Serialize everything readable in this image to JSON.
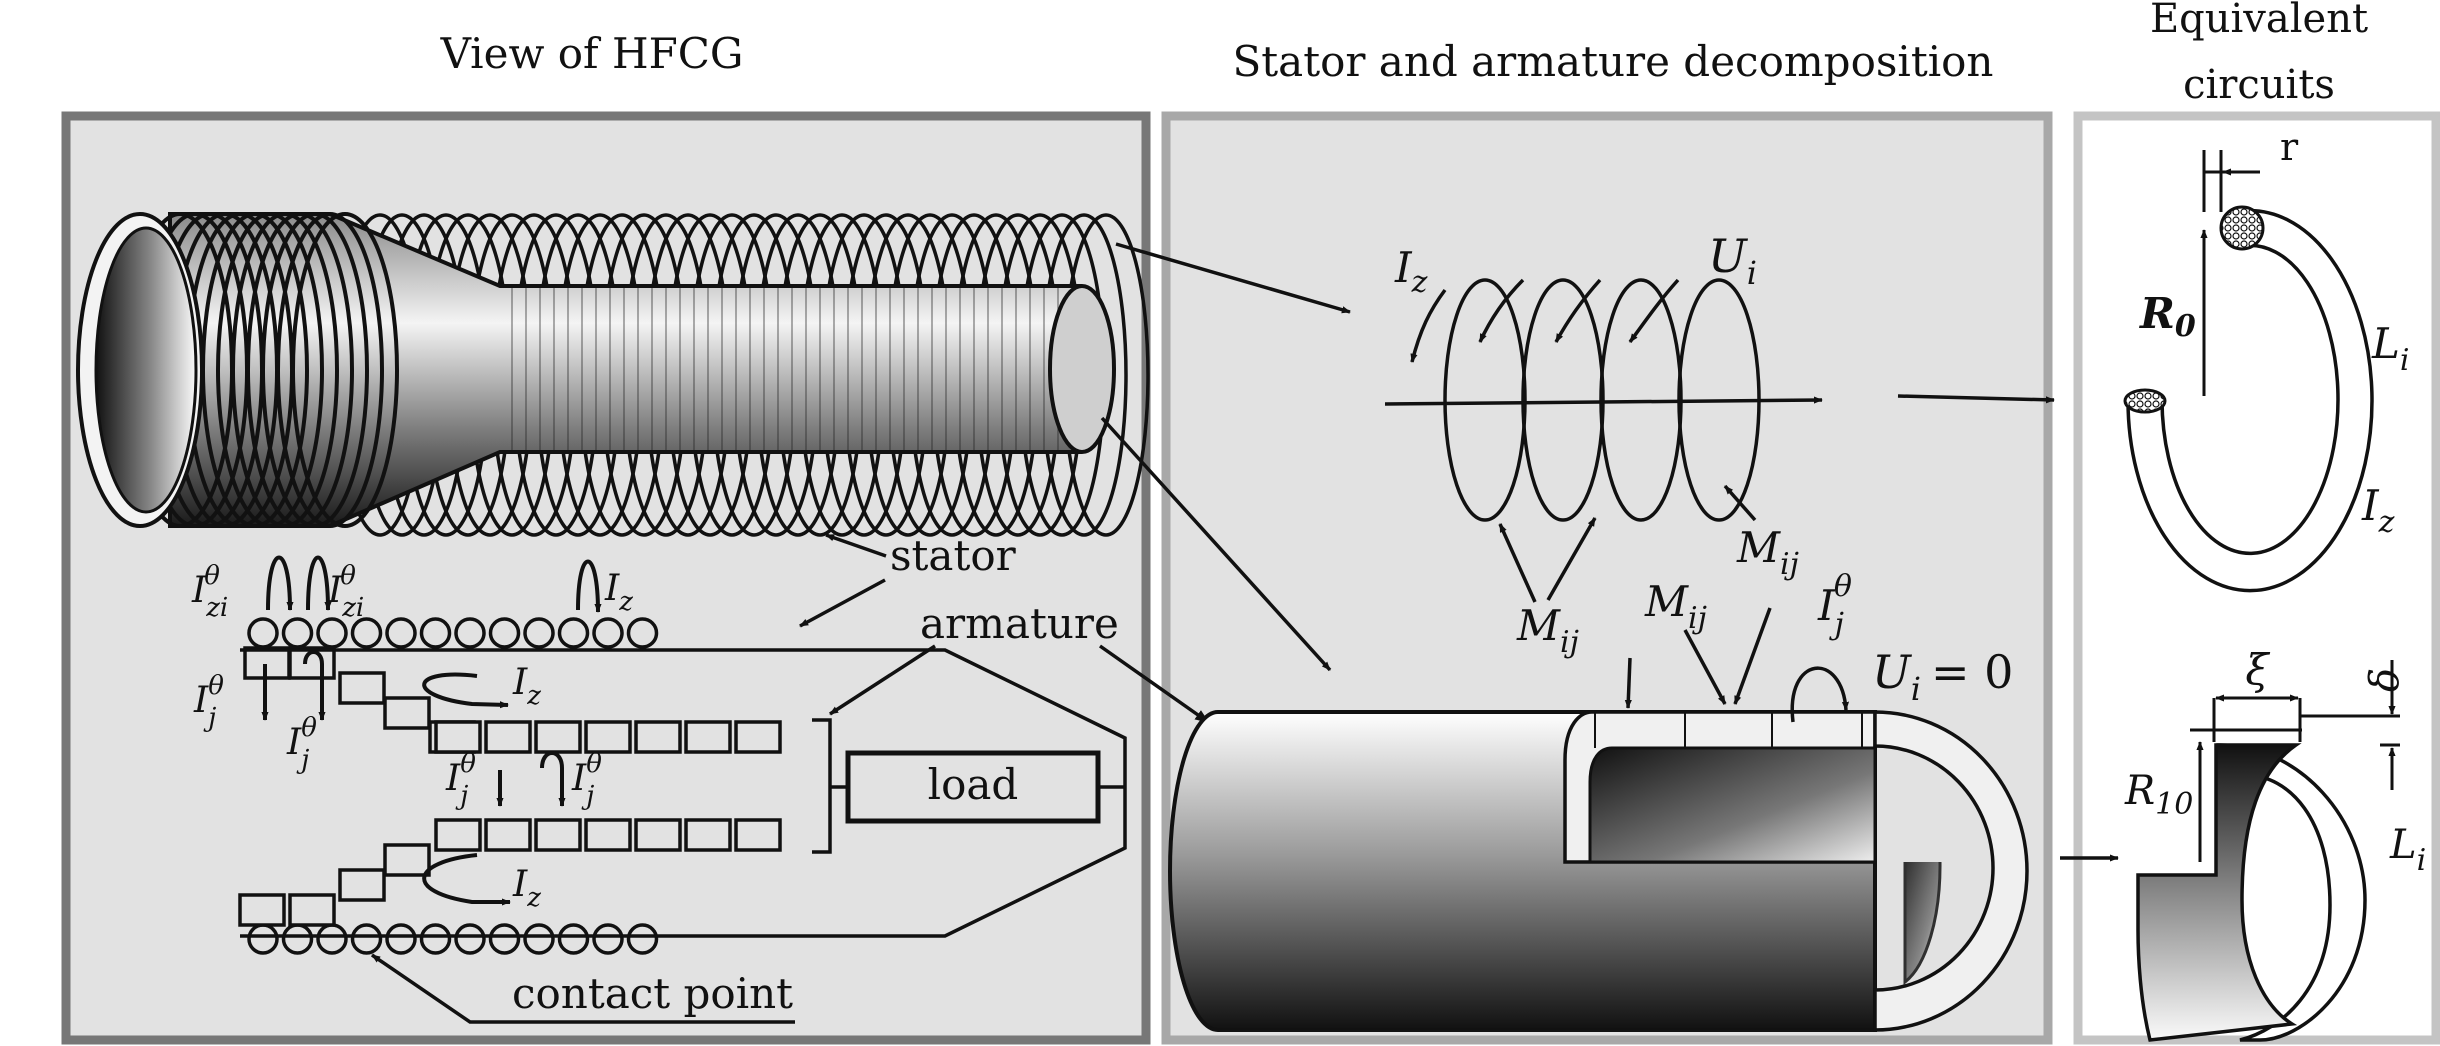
{
  "panels": {
    "hfcg_title": "View of HFCG",
    "decomposition_title": "Stator and armature decomposition",
    "circuits_title_line1": "Equivalent",
    "circuits_title_line2": "circuits"
  },
  "hfcg_labels": {
    "stator": "stator",
    "armature": "armature",
    "load": "load",
    "contact_point": "contact point",
    "I_z": "I",
    "I_z_sub": "z",
    "I_theta": "I",
    "theta": "θ",
    "zi_sub": "zi",
    "j_sub": "j"
  },
  "decomposition_labels": {
    "U": "U",
    "U_sub": "i",
    "M": "M",
    "M_sub": "ij",
    "equals_zero": "= 0"
  },
  "circuit_labels": {
    "r": "r",
    "R0": "R",
    "R0_sub": "0",
    "L": "L",
    "L_sub": "i",
    "Iz": "I",
    "Iz_sub": "z",
    "xi": "ξ",
    "delta": "δ",
    "R10": "R",
    "R10_sub": "10"
  },
  "colors": {
    "panel_fill": "#e2e2e2",
    "frame_dark": "#777777",
    "frame_mid": "#a8a8a8",
    "frame_light": "#c4c4c4",
    "ink": "#111111"
  }
}
